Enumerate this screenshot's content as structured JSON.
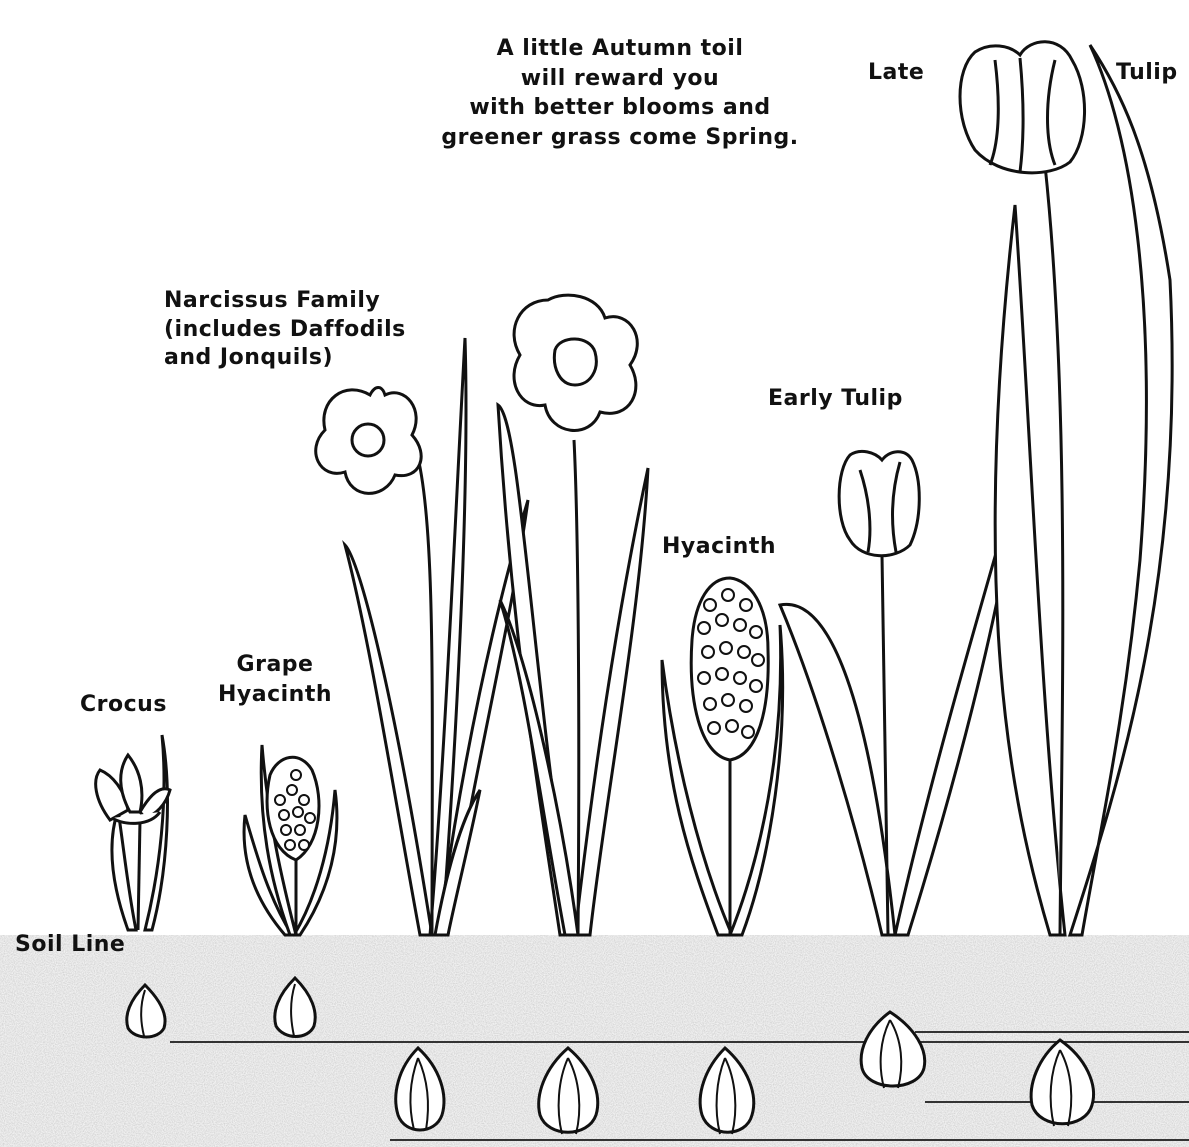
{
  "headline": {
    "line1": "A little Autumn toil",
    "line2": "will reward you",
    "line3": "with better blooms and",
    "line4": "greener grass come Spring."
  },
  "labels": {
    "crocus": "Crocus",
    "grape_hyacinth_1": "Grape",
    "grape_hyacinth_2": "Hyacinth",
    "narcissus_1": "Narcissus Family",
    "narcissus_2": "(includes Daffodils",
    "narcissus_3": "and Jonquils)",
    "hyacinth": "Hyacinth",
    "early_tulip": "Early Tulip",
    "late": "Late",
    "tulip": "Tulip",
    "soil_line": "Soil Line"
  },
  "colors": {
    "ink": "#111111",
    "soil": "#c8c8c8",
    "paper": "#ffffff"
  }
}
